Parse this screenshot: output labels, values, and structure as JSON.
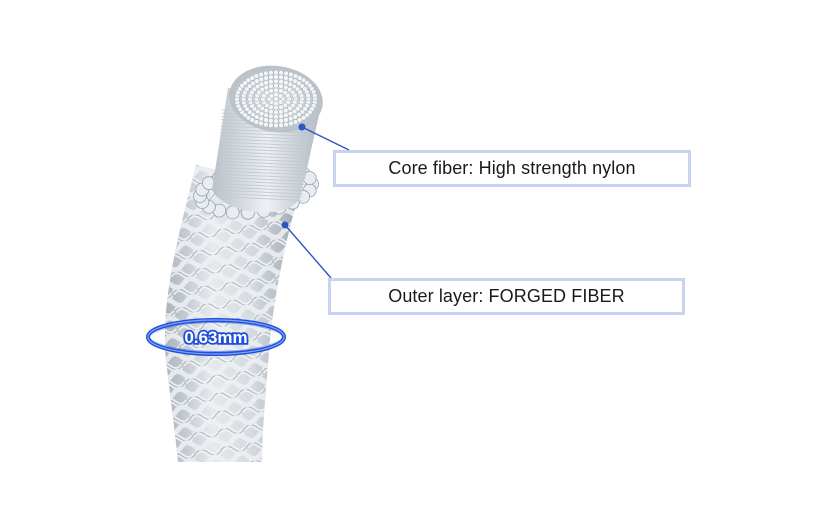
{
  "callouts": {
    "core": {
      "label": "Core fiber: High strength nylon"
    },
    "outer": {
      "label": "Outer layer: FORGED FIBER"
    }
  },
  "measurement": {
    "diameter_label": "0.63mm"
  },
  "colors": {
    "string_fiber": "#c7ced6",
    "fiber_shadow": "#9aa4ae",
    "callout_border": "#c9d2ee",
    "leader_line": "#2f55c4",
    "ring_blue": "#1f4fd8",
    "ring_text": "#ffffff"
  }
}
